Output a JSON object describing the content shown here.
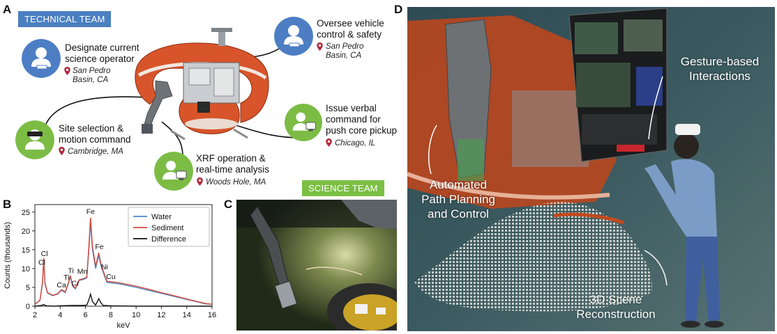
{
  "panels": {
    "a": "A",
    "b": "B",
    "c": "C",
    "d": "D"
  },
  "technical_team": {
    "label": "TECHNICAL TEAM",
    "color": "#4a7fc1"
  },
  "science_team": {
    "label": "SCIENCE TEAM",
    "color": "#7bbf43"
  },
  "roles": [
    {
      "text": "Designate current\nscience operator",
      "location": "San Pedro\nBasin, CA"
    },
    {
      "text": "Oversee vehicle\ncontrol & safety",
      "location": "San Pedro\nBasin, CA"
    },
    {
      "text": "Site selection &\nmotion command",
      "location": "Cambridge, MA"
    },
    {
      "text": "Issue verbal\ncommand for\npush core pickup",
      "location": "Chicago, IL"
    },
    {
      "text": "XRF operation &\nreal-time analysis",
      "location": "Woods Hole, MA"
    }
  ],
  "overlay_labels": {
    "gesture": "Gesture-based\nInteractions",
    "path": "Automated\nPath Planning\nand Control",
    "scene": "3D Scene\nReconstruction"
  },
  "colors": {
    "blue_avatar": "#4d7ec4",
    "green_avatar": "#7cbc45",
    "vehicle_orange": "#d8542a"
  },
  "chart_data": {
    "type": "line",
    "xlabel": "keV",
    "ylabel": "Counts (thousands)",
    "xlim": [
      2,
      16
    ],
    "ylim": [
      0,
      27
    ],
    "xticks": [
      2,
      4,
      6,
      8,
      10,
      12,
      14,
      16
    ],
    "yticks": [
      0,
      5,
      10,
      15,
      20,
      25
    ],
    "legend": "top-right",
    "series": [
      {
        "name": "Water",
        "color": "#4f86c6",
        "x": [
          2.0,
          2.4,
          2.6,
          2.7,
          2.8,
          3.0,
          3.4,
          3.8,
          4.1,
          4.4,
          4.6,
          4.8,
          5.0,
          5.2,
          5.5,
          5.9,
          6.1,
          6.25,
          6.4,
          6.55,
          6.8,
          7.05,
          7.2,
          7.45,
          7.7,
          8.0,
          8.5,
          9.0,
          10,
          11,
          12,
          13,
          14,
          15,
          15.5,
          16
        ],
        "y": [
          0.5,
          1.5,
          6,
          12.5,
          6,
          3.5,
          2.8,
          3.2,
          4.2,
          3.6,
          5.5,
          7.8,
          5.2,
          4.6,
          6.8,
          7.2,
          7.5,
          14,
          22.3,
          15,
          10,
          13.5,
          11,
          8.5,
          6.3,
          6.2,
          6.0,
          5.7,
          5.0,
          4.2,
          3.4,
          2.6,
          1.8,
          1.0,
          0.6,
          0.5
        ]
      },
      {
        "name": "Sediment",
        "color": "#d04a3c",
        "x": [
          2.0,
          2.4,
          2.6,
          2.7,
          2.8,
          3.0,
          3.4,
          3.8,
          4.1,
          4.4,
          4.6,
          4.8,
          5.0,
          5.2,
          5.5,
          5.9,
          6.1,
          6.25,
          6.4,
          6.55,
          6.8,
          7.05,
          7.2,
          7.45,
          7.7,
          8.0,
          8.5,
          9.0,
          10,
          11,
          12,
          13,
          14,
          15,
          15.5,
          16
        ],
        "y": [
          0.5,
          1.6,
          6.2,
          12.8,
          6.2,
          3.6,
          2.9,
          3.3,
          4.4,
          3.8,
          5.7,
          8.0,
          5.4,
          4.8,
          7.0,
          7.4,
          7.7,
          15,
          23.5,
          15.8,
          10.6,
          14.2,
          11.6,
          8.9,
          6.6,
          6.5,
          6.3,
          6.0,
          5.3,
          4.5,
          3.6,
          2.8,
          1.9,
          1.1,
          0.7,
          0.5
        ]
      },
      {
        "name": "Difference",
        "color": "#111111",
        "x": [
          2.0,
          2.5,
          2.7,
          2.9,
          3.5,
          4.0,
          5.0,
          5.8,
          6.1,
          6.25,
          6.4,
          6.55,
          6.8,
          7.05,
          7.2,
          7.4,
          8,
          10,
          12,
          14,
          16
        ],
        "y": [
          0,
          0.2,
          0.4,
          0.1,
          0,
          0.1,
          0.2,
          0.2,
          0.3,
          1.5,
          3.2,
          1.2,
          0.3,
          2.0,
          1.0,
          0.2,
          0.1,
          0,
          0,
          0,
          0
        ]
      }
    ],
    "annotations": [
      {
        "text": "Cl",
        "x": 2.75,
        "y": 13.3
      },
      {
        "text": "Cl",
        "x": 2.55,
        "y": 11.0
      },
      {
        "text": "Ca",
        "x": 4.1,
        "y": 5.0
      },
      {
        "text": "Ti",
        "x": 4.5,
        "y": 7.0
      },
      {
        "text": "Ti",
        "x": 4.85,
        "y": 8.8
      },
      {
        "text": "Cr",
        "x": 5.2,
        "y": 5.5
      },
      {
        "text": "Mn",
        "x": 5.75,
        "y": 8.6
      },
      {
        "text": "Fe",
        "x": 6.4,
        "y": 24.5
      },
      {
        "text": "Fe",
        "x": 7.1,
        "y": 15.2
      },
      {
        "text": "Ni",
        "x": 7.5,
        "y": 9.8
      },
      {
        "text": "Cu",
        "x": 8.0,
        "y": 7.2
      }
    ]
  }
}
